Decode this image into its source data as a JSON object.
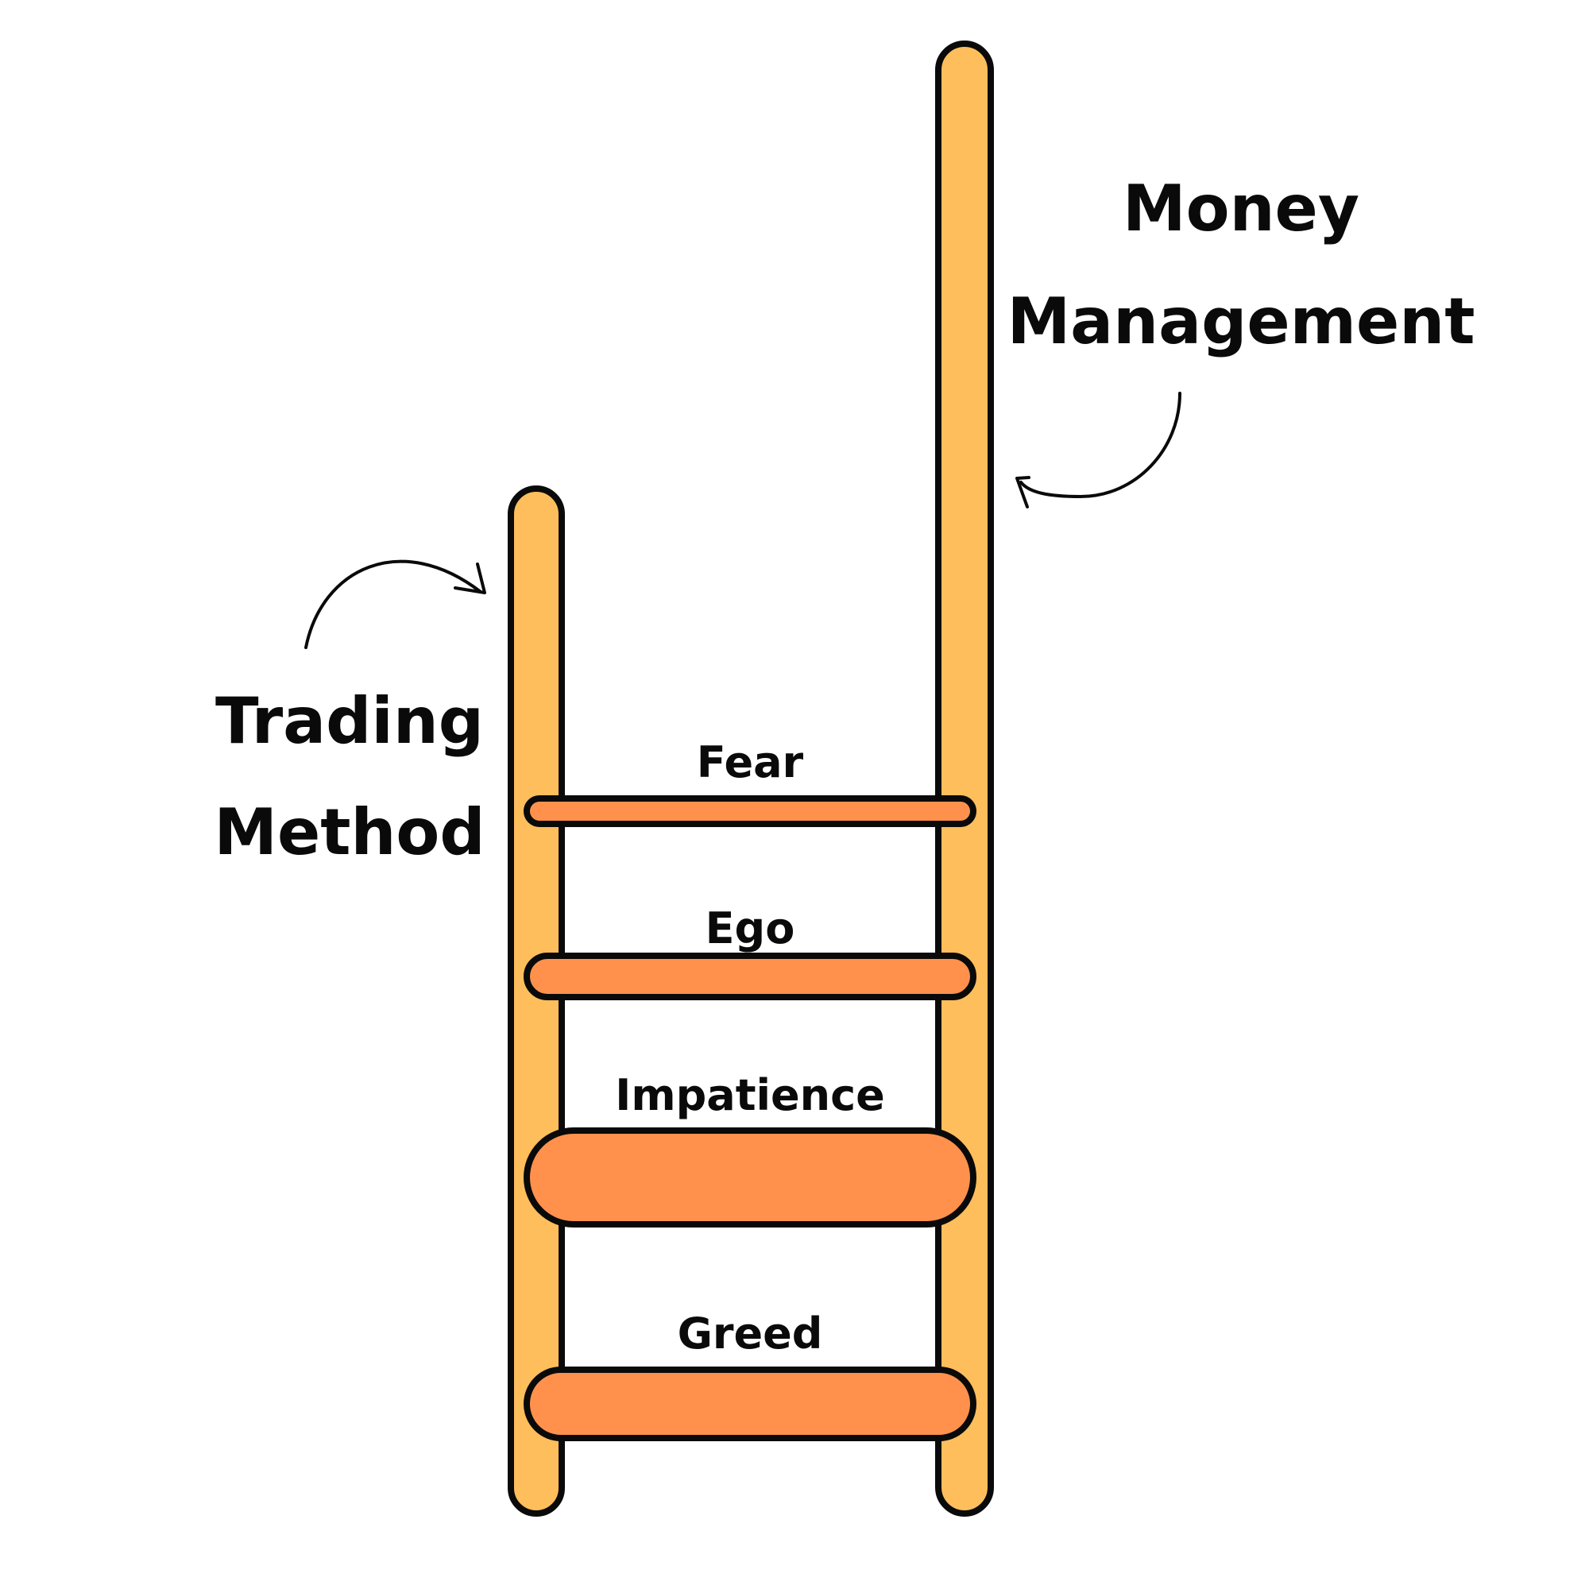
{
  "labels": {
    "left_rail": [
      "Trading",
      "Method"
    ],
    "right_rail": [
      "Money",
      "Management"
    ]
  },
  "rungs": [
    {
      "label": "Fear"
    },
    {
      "label": "Ego"
    },
    {
      "label": "Impatience"
    },
    {
      "label": "Greed"
    }
  ],
  "colors": {
    "rail_fill": "#FFBE5C",
    "rung_fill": "#FF914D",
    "outline": "#0a0a0a"
  }
}
